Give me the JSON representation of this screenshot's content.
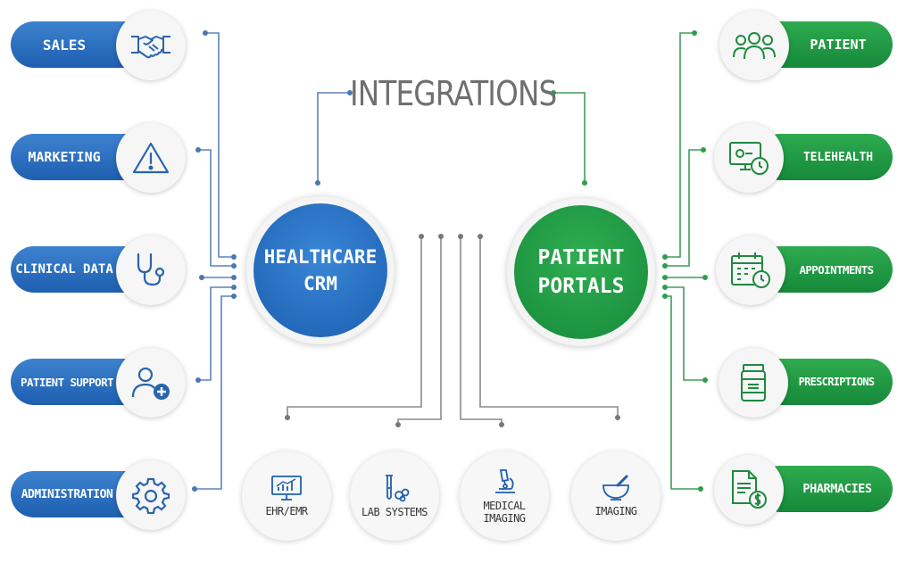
{
  "title": "INTEGRATIONS",
  "hubs": {
    "crm": "HEALTHCARE CRM",
    "crm_line1": "HEALTHCARE",
    "crm_line2": "CRM",
    "portal_line1": "PATIENT",
    "portal_line2": "PORTALS"
  },
  "left_items": [
    {
      "label": "SALES",
      "icon": "handshake-icon"
    },
    {
      "label": "MARKETING",
      "icon": "warning-triangle-icon"
    },
    {
      "label": "CLINICAL DATA",
      "icon": "stethoscope-icon"
    },
    {
      "label": "PATIENT SUPPORT",
      "icon": "user-plus-icon"
    },
    {
      "label": "ADMINISTRATION",
      "icon": "gear-icon"
    }
  ],
  "right_items": [
    {
      "label": "PATIENT",
      "icon": "people-group-icon"
    },
    {
      "label": "TELEHEALTH",
      "icon": "telehealth-monitor-icon"
    },
    {
      "label": "APPOINTMENTS",
      "icon": "calendar-clock-icon"
    },
    {
      "label": "PRESCRIPTIONS",
      "icon": "pill-bottle-icon"
    },
    {
      "label": "PHARMACIES",
      "icon": "document-dollar-icon"
    }
  ],
  "bottom_items": [
    {
      "label": "EHR/EMR",
      "icon": "chart-monitor-icon"
    },
    {
      "label": "LAB SYSTEMS",
      "icon": "test-tube-icon"
    },
    {
      "label_line1": "MEDICAL",
      "label_line2": "IMAGING",
      "icon": "microscope-icon"
    },
    {
      "label": "IMAGING",
      "icon": "mortar-pestle-icon"
    }
  ],
  "colors": {
    "blue": "#1e5fb0",
    "green": "#16893a",
    "line_blue": "#4a78b0",
    "line_green": "#2f9d4c",
    "title_gray": "#6f6f6f"
  }
}
